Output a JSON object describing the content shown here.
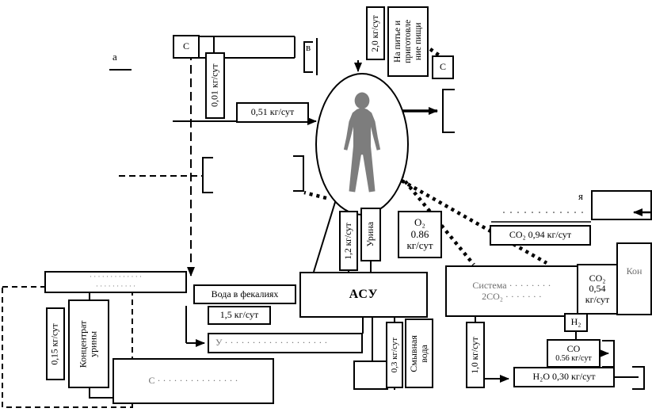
{
  "colors": {
    "line": "#000000",
    "silhouette": "#7d7d7d",
    "faint_text": "#6e6e6e",
    "background": "#ffffff"
  },
  "labels": {
    "flow_2_0": "2,0 кг/сут",
    "drink_l1": "На питье и",
    "drink_l2": "приготовле",
    "drink_l3": "ние пищи",
    "flow_0_01": "0,01 кг/сут",
    "flow_0_51": "0,51 кг/сут",
    "flow_1_2": "1,2 кг/сут",
    "urine": "Урина",
    "o2_l1": "O₂",
    "o2_l2": "0.86",
    "o2_l3": "кг/сут",
    "co2_main": "СО₂  0,94 кг/сут",
    "co2_side_l1": "СО₂",
    "co2_side_l2": "0,54",
    "co2_side_l3": "кг/сут",
    "asu": "АСУ",
    "feces_water": "Вода в фекалиях",
    "flow_1_5": "1,5 кг/сут",
    "concentrate_l1": "Концентрат",
    "concentrate_l2": "урины",
    "flow_0_15": "0,15 кг/сут",
    "flow_0_3": "0,3 кг/сут",
    "flush_l1": "Смывная",
    "flush_l2": "вода",
    "flow_1_0": "1,0 кг/сут",
    "h2": "H₂",
    "co_l1": "СО",
    "co_l2": "0.56 кг/сут",
    "h2o": "H₂O  0,30 кг/сут",
    "system_co2_l1": "Система · · · · · · · ·",
    "system_co2_l2": "2СО₂ · · · · · · ·",
    "partial_c_left": "С",
    "partial_c_right": "С",
    "partial_a": "а",
    "partial_v": "в",
    "partial_ya": "я",
    "partial_kon": "Кон",
    "faint_left_l1": "· · · · · · · · · · · · ·",
    "faint_left_l2": "· · · · · · · · · ·",
    "faint_right_dots": "· · · · · · · · · · · ·",
    "system_bottom": "С · · · · · · · · · · · · · · ·",
    "u_line": "У · · · · · · · · · · · · · · · · · · ·"
  }
}
